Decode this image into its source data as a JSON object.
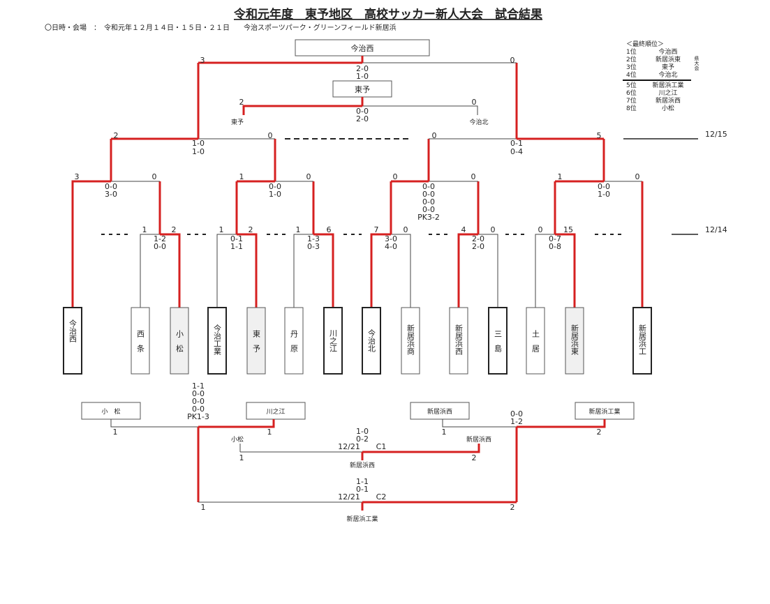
{
  "header": {
    "title": "令和元年度　東予地区　高校サッカー新人大会　試合結果",
    "date_label": "〇日時・会場　：　令和元年１２月１４日・１５日・２１日　　今治スポーツパーク・グリーンフィールド新居浜"
  },
  "champion_box": "今治西",
  "third_box": "東予",
  "dates": {
    "d1215": "12/15",
    "d1214": "12/14"
  },
  "ranking": {
    "heading": "＜最終順位＞",
    "note": "県大会",
    "rows": [
      {
        "pos": "1位",
        "team": "今治西"
      },
      {
        "pos": "2位",
        "team": "新居浜東"
      },
      {
        "pos": "3位",
        "team": "東予"
      },
      {
        "pos": "4位",
        "team": "今治北"
      },
      {
        "pos": "5位",
        "team": "新居浜工業"
      },
      {
        "pos": "6位",
        "team": "川之江"
      },
      {
        "pos": "7位",
        "team": "新居浜西"
      },
      {
        "pos": "8位",
        "team": "小松"
      }
    ]
  },
  "teams": [
    {
      "name": "今治西"
    },
    {
      "name": "西条"
    },
    {
      "name": "小松"
    },
    {
      "name": "今治工業"
    },
    {
      "name": "東予"
    },
    {
      "name": "丹原"
    },
    {
      "name": "川之江"
    },
    {
      "name": "今治北"
    },
    {
      "name": "新居浜商"
    },
    {
      "name": "新居浜西"
    },
    {
      "name": "三島"
    },
    {
      "name": "土居"
    },
    {
      "name": "新居浜東"
    },
    {
      "name": "新居浜工"
    }
  ],
  "final": {
    "left": "3",
    "right": "0",
    "s1": "2-0",
    "s2": "1-0"
  },
  "third_place": {
    "left": "2",
    "right": "0",
    "s1": "0-0",
    "s2": "2-0",
    "lname": "東予",
    "rname": "今治北"
  },
  "semi": {
    "A": {
      "left": "2",
      "right": "0",
      "s1": "1-0",
      "s2": "1-0"
    },
    "B": {
      "left": "0",
      "right": "5",
      "s1": "0-1",
      "s2": "0-4"
    }
  },
  "qf": {
    "Q1": {
      "left": "3",
      "right": "0",
      "s1": "0-0",
      "s2": "3-0"
    },
    "Q2": {
      "left": "1",
      "right": "0",
      "s1": "0-0",
      "s2": "1-0"
    },
    "Q3": {
      "left": "0",
      "right": "0",
      "s1": "0-0",
      "s2": "0-0",
      "s3": "0-0",
      "s4": "0-0",
      "s5": "PK3-2"
    },
    "Q4": {
      "left": "1",
      "right": "0",
      "s1": "0-0",
      "s2": "1-0"
    }
  },
  "r1": [
    {
      "left": "1",
      "right": "2",
      "s1": "1-2",
      "s2": "0-0"
    },
    {
      "left": "1",
      "right": "2",
      "s1": "0-1",
      "s2": "1-1"
    },
    {
      "left": "1",
      "right": "6",
      "s1": "1-3",
      "s2": "0-3"
    },
    {
      "left": "7",
      "right": "0",
      "s1": "3-0",
      "s2": "4-0"
    },
    {
      "left": "4",
      "right": "0",
      "s1": "2-0",
      "s2": "2-0"
    },
    {
      "left": "0",
      "right": "15",
      "s1": "0-7",
      "s2": "0-8"
    }
  ],
  "consolation": {
    "boxes": [
      "小　松",
      "川之江",
      "新居浜西",
      "新居浜工業"
    ],
    "m1": {
      "left": "1",
      "right": "1",
      "s1": "1-1",
      "s2": "0-0",
      "s3": "0-0",
      "s4": "0-0",
      "s5": "PK1-3"
    },
    "m2": {
      "left": "1",
      "right": "2",
      "s1": "0-0",
      "s2": "1-2"
    },
    "c1": {
      "lname": "小松",
      "rname": "新居浜西",
      "left": "1",
      "right": "2",
      "s1": "1-0",
      "s2": "0-2",
      "date": "12/21",
      "tag": "C1",
      "winner": "新居浜西"
    },
    "c2": {
      "left": "1",
      "right": "2",
      "s1": "1-1",
      "s2": "0-1",
      "date": "12/21",
      "tag": "C2",
      "winner": "新居浜工業"
    }
  }
}
